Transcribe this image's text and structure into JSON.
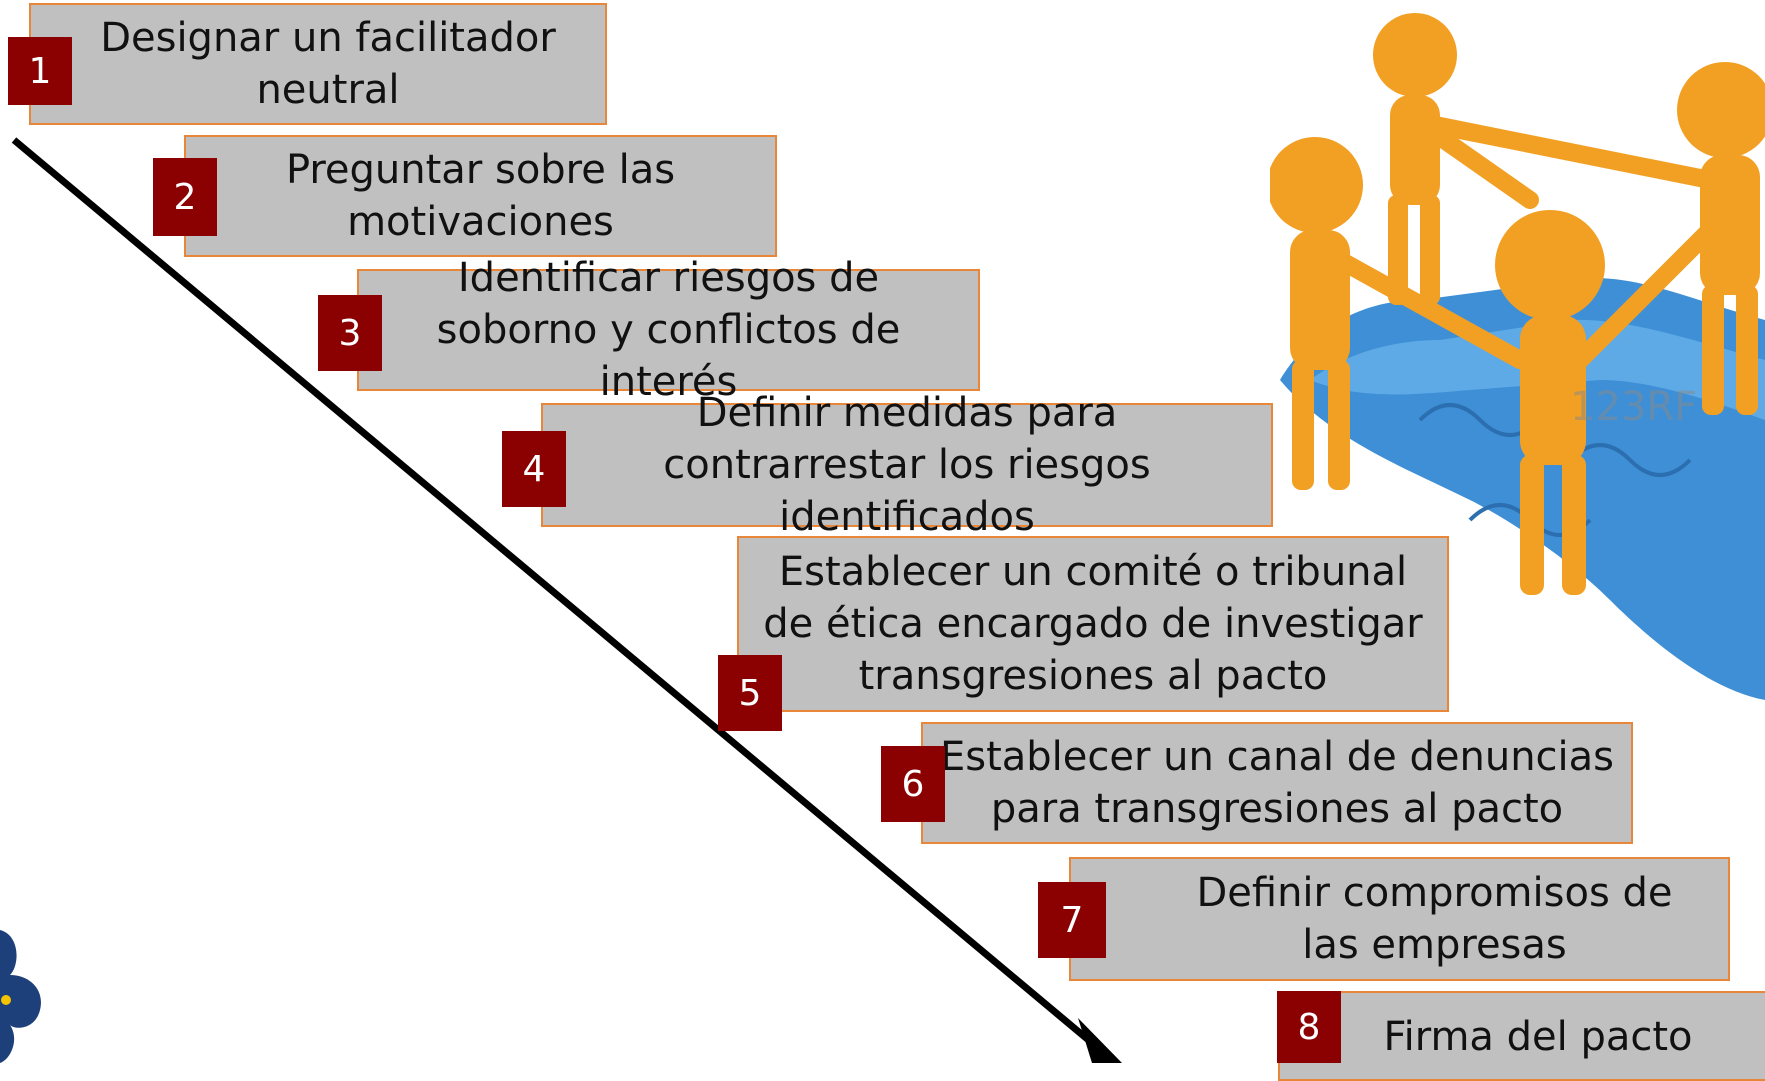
{
  "steps": [
    {
      "number": "1",
      "label": "Designar un facilitador neutral"
    },
    {
      "number": "2",
      "label": "Preguntar sobre las motivaciones"
    },
    {
      "number": "3",
      "label": "Identificar riesgos de soborno y conflictos de interés"
    },
    {
      "number": "4",
      "label": "Definir medidas para contrarrestar los riesgos identificados"
    },
    {
      "number": "5",
      "label": "Establecer un comité o tribunal de ética encargado de investigar transgresiones al pacto"
    },
    {
      "number": "6",
      "label": "Establecer un canal de denuncias para transgresiones al pacto"
    },
    {
      "number": "7",
      "label": "Definir compromisos de las empresas"
    },
    {
      "number": "8",
      "label": "Firma del pacto"
    }
  ],
  "illustration": {
    "watermark": "123RF"
  },
  "colors": {
    "box_fill": "#c0c0c0",
    "box_border": "#e8863a",
    "number_fill": "#8b0000",
    "arrow": "#000000"
  }
}
